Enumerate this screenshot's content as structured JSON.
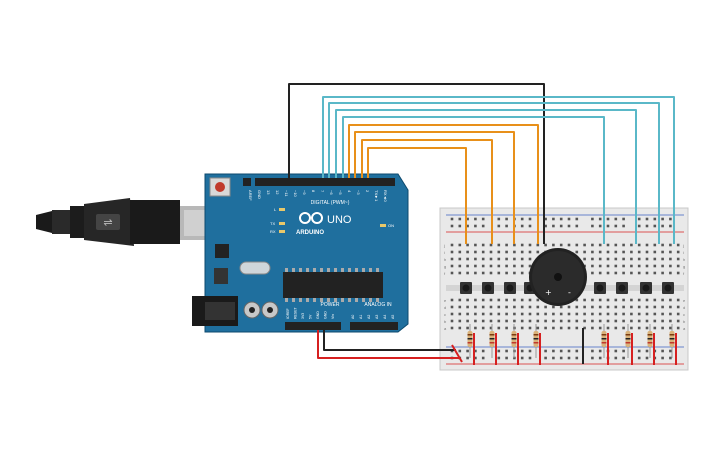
{
  "board": {
    "brand": "ARDUINO",
    "model": "UNO",
    "header_digital": "DIGITAL (PWM~)",
    "header_power": "POWER",
    "header_analog": "ANALOG IN",
    "led_labels": [
      "L",
      "TX",
      "RX"
    ],
    "on_label": "ON",
    "power_pins": [
      "IOREF",
      "RESET",
      "3V3",
      "5V",
      "GND",
      "GND",
      "Vin"
    ],
    "analog_pins": [
      "A0",
      "A1",
      "A2",
      "A3",
      "A4",
      "A5"
    ],
    "digital_pins": [
      "AREF",
      "GND",
      "13",
      "12",
      "~11",
      "~10",
      "~9",
      "8",
      "7",
      "~6",
      "~5",
      "4",
      "~3",
      "2",
      "TX►1",
      "RX◄0"
    ]
  },
  "breadboard": {
    "row_letters": [
      "j",
      "i",
      "h",
      "g",
      "f",
      "e",
      "d",
      "c",
      "b",
      "a"
    ],
    "column_count": 30
  },
  "components": {
    "buttons": 8,
    "resistors": 8,
    "buzzer_plus": "+",
    "buzzer_minus": "-"
  },
  "colors": {
    "board": "#1f6f9e",
    "breadboard": "#e9e9e9",
    "wire_orange": "#e8901a",
    "wire_cyan": "#5ab8c8",
    "wire_black": "#222222",
    "wire_red": "#d62020"
  }
}
